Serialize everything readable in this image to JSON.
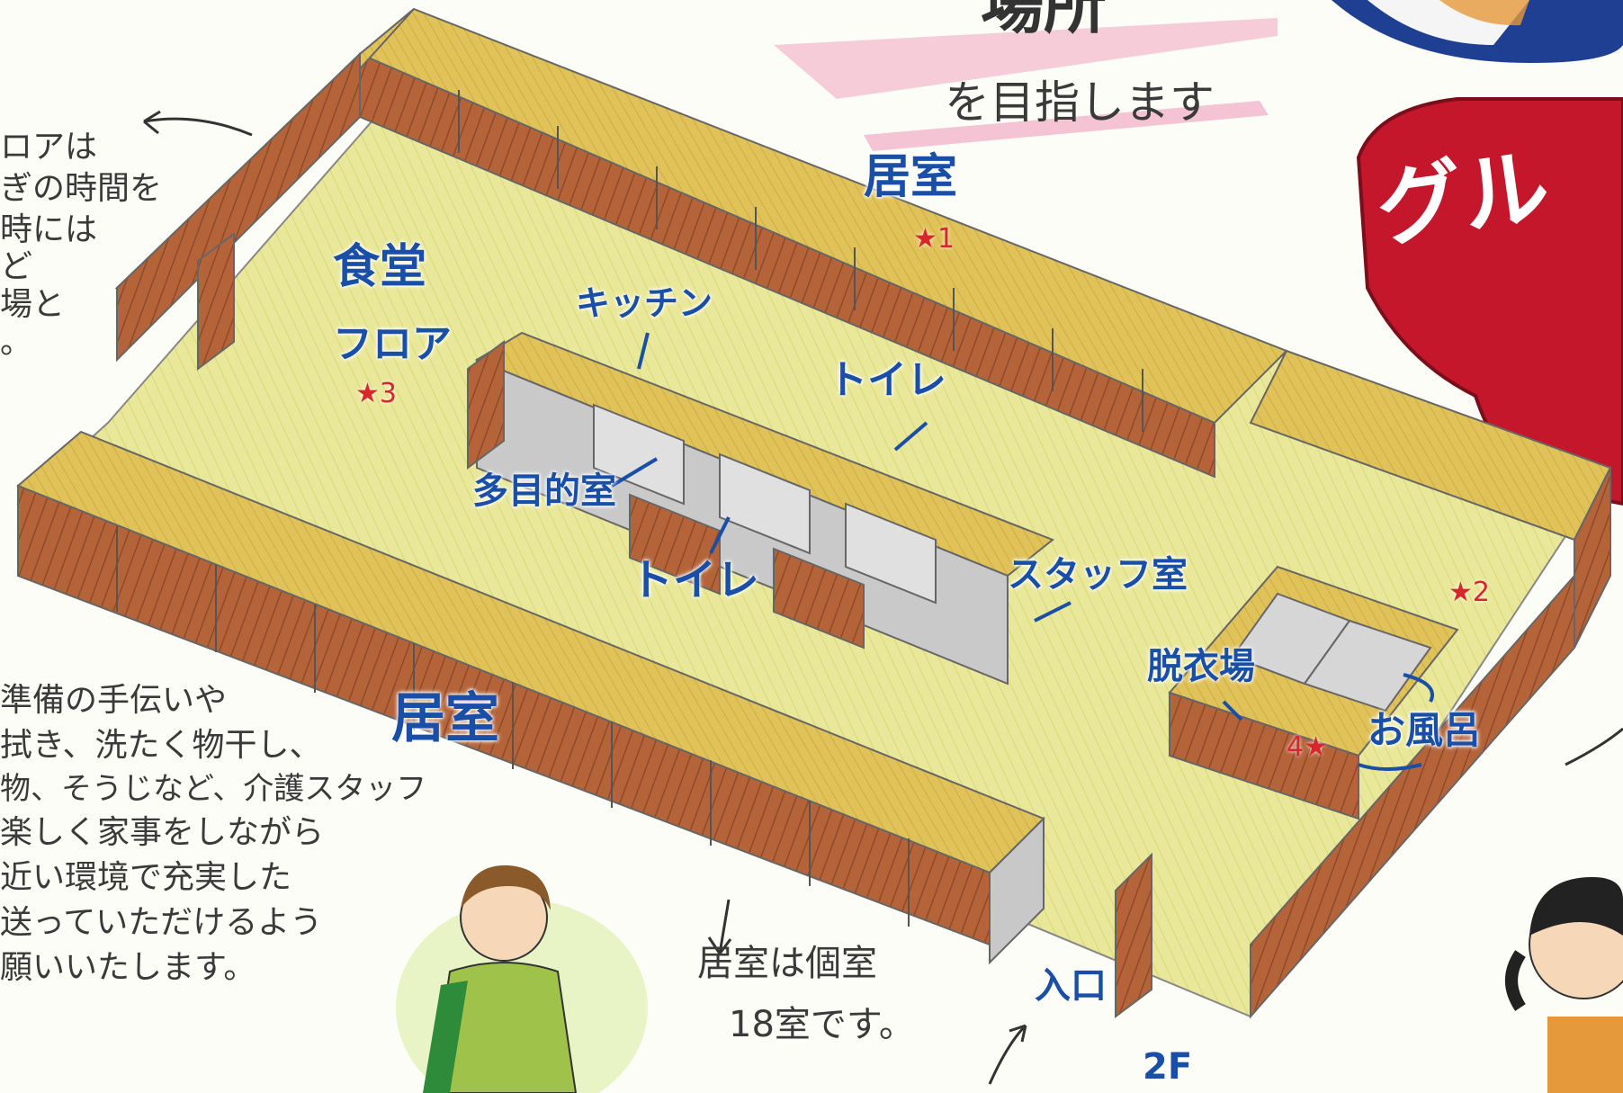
{
  "header": {
    "title_fragment": "場所",
    "subtitle": "を目指します",
    "group_banner": "グル"
  },
  "left_note_top": {
    "lines": [
      "ロアは",
      "ぎの時間を",
      "時には",
      "ど",
      "場と",
      "。"
    ]
  },
  "left_note_bottom": {
    "lines": [
      "準備の手伝いや",
      "拭き、洗たく物干し、",
      "物、そうじなど、介護スタッフ",
      "楽しく家事をしながら",
      "近い環境で充実した",
      "送っていただけるよう",
      "願いいたします。"
    ]
  },
  "rooms_note": {
    "line1": "居室は個室",
    "line2": "18室です。"
  },
  "labels": {
    "room_top": "居室",
    "room_bottom": "居室",
    "dining": "食堂",
    "floor": "フロア",
    "kitchen": "キッチン",
    "toilet_upper": "トイレ",
    "toilet_lower": "トイレ",
    "multipurpose": "多目的室",
    "staff_room": "スタッフ室",
    "changing_room": "脱衣場",
    "bath": "お風呂",
    "entrance": "入口",
    "floor_level": "2F"
  },
  "markers": {
    "star1": "★1",
    "star2": "★2",
    "star3": "★3",
    "star4": "4★"
  },
  "colors": {
    "wall_top": "#e0c25a",
    "wall_face": "#b5643a",
    "floor": "#e9e89a",
    "label_blue": "#1a4fa8",
    "star_red": "#d8262b",
    "banner_red": "#c4172c",
    "banner_blue": "#1f3f92"
  }
}
